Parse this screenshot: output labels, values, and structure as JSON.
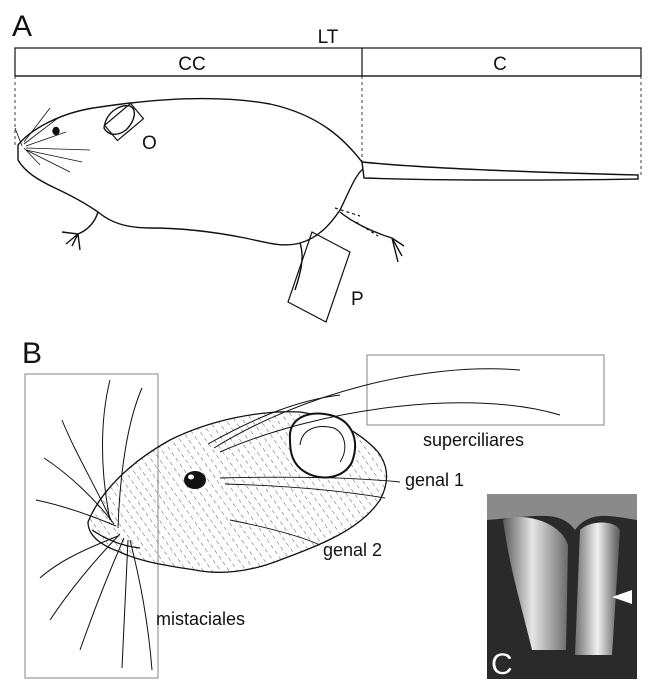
{
  "panel_a": {
    "letter": "A",
    "measure_total": "LT",
    "measure_body": "CC",
    "measure_tail": "C",
    "measure_ear": "O",
    "measure_foot": "P"
  },
  "panel_b": {
    "letter": "B",
    "hair_superciliares": "superciliares",
    "hair_genal_1": "genal 1",
    "hair_genal_2": "genal 2",
    "hair_mistaciales": "mistaciales"
  },
  "panel_c": {
    "letter": "C"
  },
  "colors": {
    "ink": "#111111",
    "box_gray": "#9a9a9a",
    "photo_dark": "#2a2a2a"
  }
}
